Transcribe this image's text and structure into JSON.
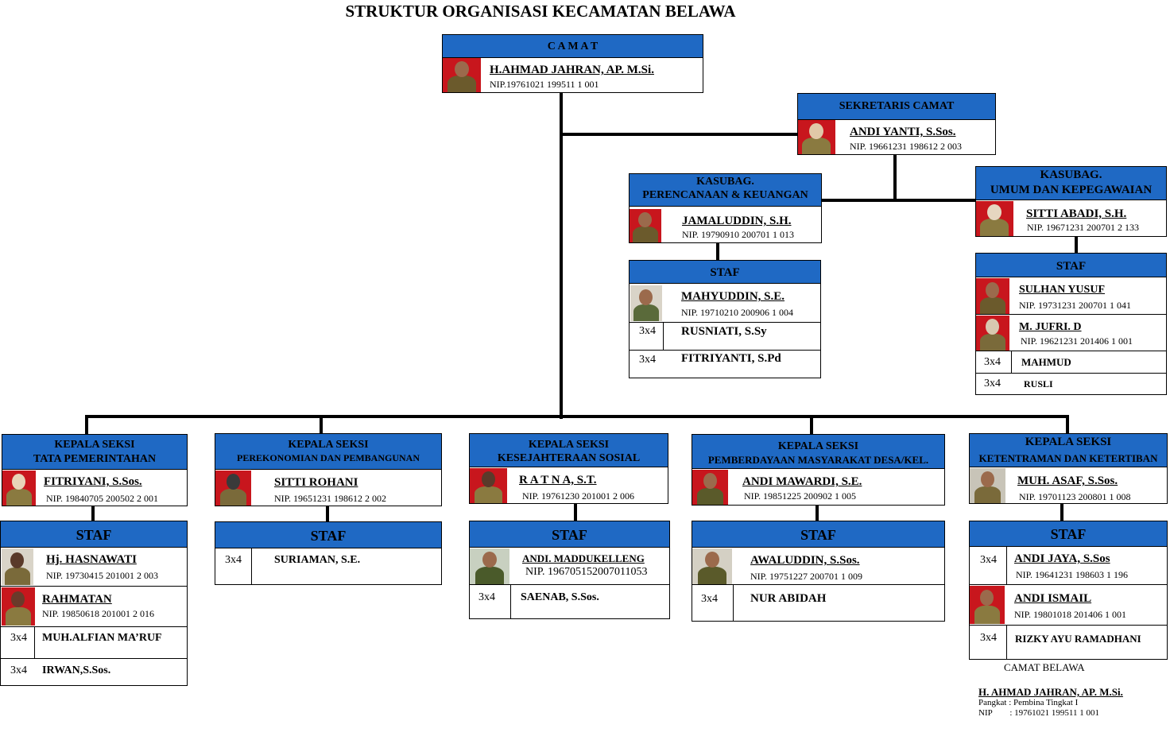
{
  "title": "STRUKTUR ORGANISASI KECAMATAN BELAWA",
  "camat": {
    "header": "C A M A T",
    "name": "H.AHMAD JAHRAN, AP. M.Si.",
    "nip": "NIP.19761021 199511 1 001"
  },
  "sekretaris": {
    "header": "SEKRETARIS CAMAT",
    "name": "ANDI YANTI, S.Sos.",
    "nip": "NIP. 19661231 198612 2 003"
  },
  "kasubag_perencanaan": {
    "header1": "KASUBAG.",
    "header2": "PERENCANAAN & KEUANGAN",
    "name": "JAMALUDDIN, S.H.",
    "nip": "NIP. 19790910 200701 1 013"
  },
  "kasubag_umum": {
    "header1": "KASUBAG.",
    "header2": "UMUM DAN KEPEGAWAIAN",
    "name": "SITTI ABADI, S.H.",
    "nip": "NIP. 19671231 200701 2 133"
  },
  "staf_perencanaan": {
    "header": "STAF",
    "p1_name": "MAHYUDDIN, S.E.",
    "p1_nip": "NIP. 19710210 200906 1 004",
    "r1_photo": "3x4",
    "r1_name": "RUSNIATI, S.Sy",
    "r2_photo": "3x4",
    "r2_name": "FITRIYANTI, S.Pd"
  },
  "staf_umum": {
    "header": "STAF",
    "p1_name": "SULHAN YUSUF",
    "p1_nip": "NIP. 19731231 200701 1 041",
    "p2_name": "M. JUFRI. D",
    "p2_nip": "NIP. 19621231 201406 1 001",
    "r1_photo": "3x4",
    "r1_name": "MAHMUD",
    "r2_photo": "3x4",
    "r2_name": "RUSLI"
  },
  "seksi1": {
    "header1": "KEPALA SEKSI",
    "header2": "TATA PEMERINTAHAN",
    "name": "FITRIYANI, S.Sos.",
    "nip": "NIP. 19840705 200502 2 001",
    "staf_header": "STAF",
    "s1_name": "Hj. HASNAWATI",
    "s1_nip": "NIP. 19730415 201001 2 003",
    "s2_name": "RAHMATAN",
    "s2_nip": "NIP. 19850618 201001 2 016",
    "r1_photo": "3x4",
    "r1_name": "MUH.ALFIAN MA’RUF",
    "r2_photo": "3x4",
    "r2_name": "IRWAN,S.Sos."
  },
  "seksi2": {
    "header1": "KEPALA SEKSI",
    "header2": "PEREKONOMIAN DAN PEMBANGUNAN",
    "name": "SITTI ROHANI",
    "nip": "NIP. 19651231 198612 2 002",
    "staf_header": "STAF",
    "r1_photo": "3x4",
    "r1_name": "SURIAMAN, S.E."
  },
  "seksi3": {
    "header1": "KEPALA SEKSI",
    "header2": "KESEJAHTERAAN SOSIAL",
    "name": "R A T N A, S.T.",
    "nip": "NIP. 19761230 201001 2 006",
    "staf_header": "STAF",
    "s1_name": "ANDI. MADDUKELLENG",
    "s1_nip": "NIP. 196705152007011053",
    "r1_photo": "3x4",
    "r1_name": "SAENAB, S.Sos."
  },
  "seksi4": {
    "header1": "KEPALA SEKSI",
    "header2": "PEMBERDAYAAN MASYARAKAT DESA/KEL.",
    "name": "ANDI MAWARDI, S.E.",
    "nip": "NIP. 19851225 200902 1 005",
    "staf_header": "STAF",
    "s1_name": "AWALUDDIN, S.Sos.",
    "s1_nip": "NIP. 19751227 200701 1 009",
    "r1_photo": "3x4",
    "r1_name": "NUR ABIDAH"
  },
  "seksi5": {
    "header1": "KEPALA SEKSI",
    "header2": "KETENTRAMAN DAN KETERTIBAN",
    "name": "MUH. ASAF, S.Sos.",
    "nip": "NIP. 19701123 200801 1 008",
    "staf_header": "STAF",
    "r0_photo": "3x4",
    "s0_name": "ANDI JAYA, S.Sos",
    "s0_nip": "NIP. 19641231 198603 1 196",
    "s1_name": "ANDI ISMAIL",
    "s1_nip": "NIP. 19801018 201406 1 001",
    "r1_photo": "3x4",
    "r1_name": "RIZKY AYU RAMADHANI"
  },
  "signature": {
    "place": "CAMAT BELAWA",
    "name": "H. AHMAD JAHRAN, AP. M.Si.",
    "rank": "Pangkat : Pembina Tingkat I",
    "nip": "NIP        : 19761021 199511 1 001"
  },
  "colors": {
    "header": "#1f69c4",
    "photo_red": "#c8161d",
    "line": "#000000"
  }
}
